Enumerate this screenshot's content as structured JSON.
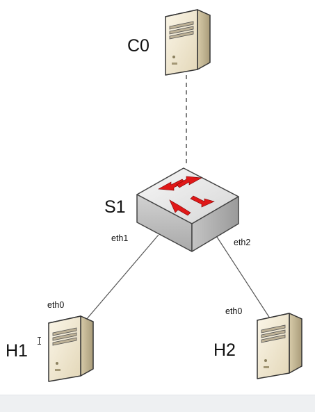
{
  "nodes": {
    "controller": {
      "label": "C0",
      "icon": "server-icon"
    },
    "switch": {
      "label": "S1",
      "icon": "switch-icon"
    },
    "host1": {
      "label": "H1",
      "icon": "server-icon"
    },
    "host2": {
      "label": "H2",
      "icon": "server-icon"
    }
  },
  "ports": {
    "s1_eth1": "eth1",
    "s1_eth2": "eth2",
    "h1_eth0": "eth0",
    "h2_eth0": "eth0"
  },
  "links": [
    {
      "from": "C0",
      "to": "S1",
      "style": "dashed"
    },
    {
      "from": "S1",
      "to": "H1",
      "style": "solid"
    },
    {
      "from": "S1",
      "to": "H2",
      "style": "solid"
    }
  ],
  "colors": {
    "server_front": "#f3ecd9",
    "server_side": "#c9bd9c",
    "server_top": "#e7dfc6",
    "switch_top": "#e6e6e6",
    "switch_side": "#b9b9b9",
    "arrow": "#e11b1b",
    "link": "#444444"
  }
}
